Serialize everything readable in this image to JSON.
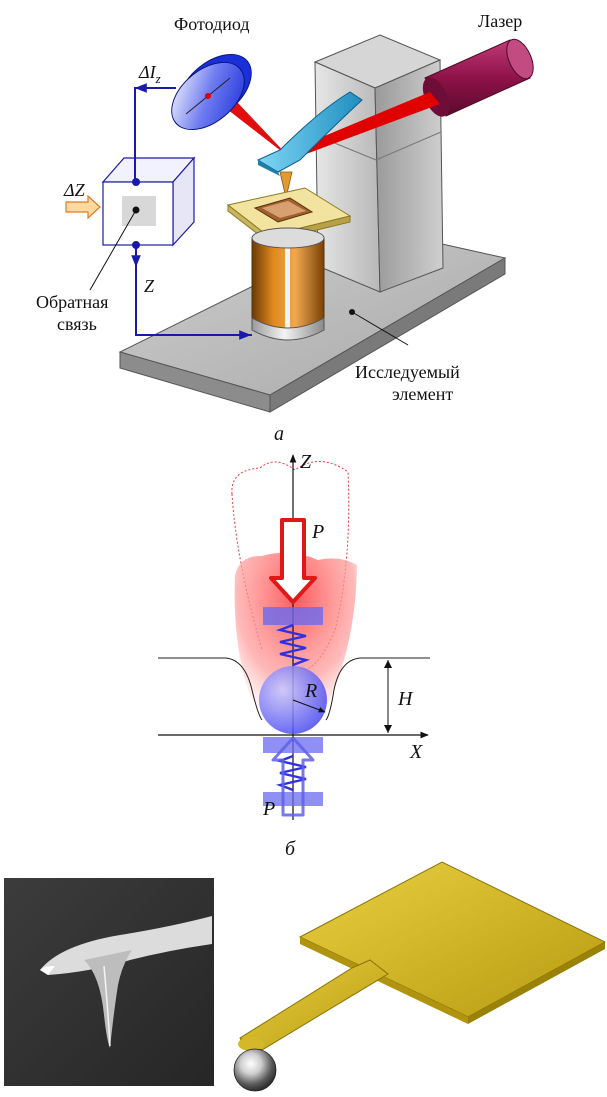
{
  "panel_a": {
    "label": "а",
    "photodiode": "Фотодиод",
    "laser": "Лазер",
    "delta_iz_main": "ΔI",
    "delta_iz_sub": "z",
    "delta_z": "ΔZ",
    "z_axis": "Z",
    "feedback_line1": "Обратная",
    "feedback_line2": "связь",
    "sample_line1": "Исследуемый",
    "sample_line2": "элемент"
  },
  "panel_b": {
    "label": "б",
    "axis_z": "Z",
    "axis_x": "X",
    "force_top": "P",
    "force_bottom": "P",
    "radius": "R",
    "depth": "H"
  },
  "colors": {
    "feedback_line": "#1a1aa8",
    "laser_beam": "#e00000",
    "laser_body": "#9e1552",
    "cantilever": "#35b6e6",
    "piezo": "#d17a10",
    "tip_sample_gold": "#d4b82a",
    "force_red": "#e01818",
    "spring_blue": "#3030e0"
  }
}
